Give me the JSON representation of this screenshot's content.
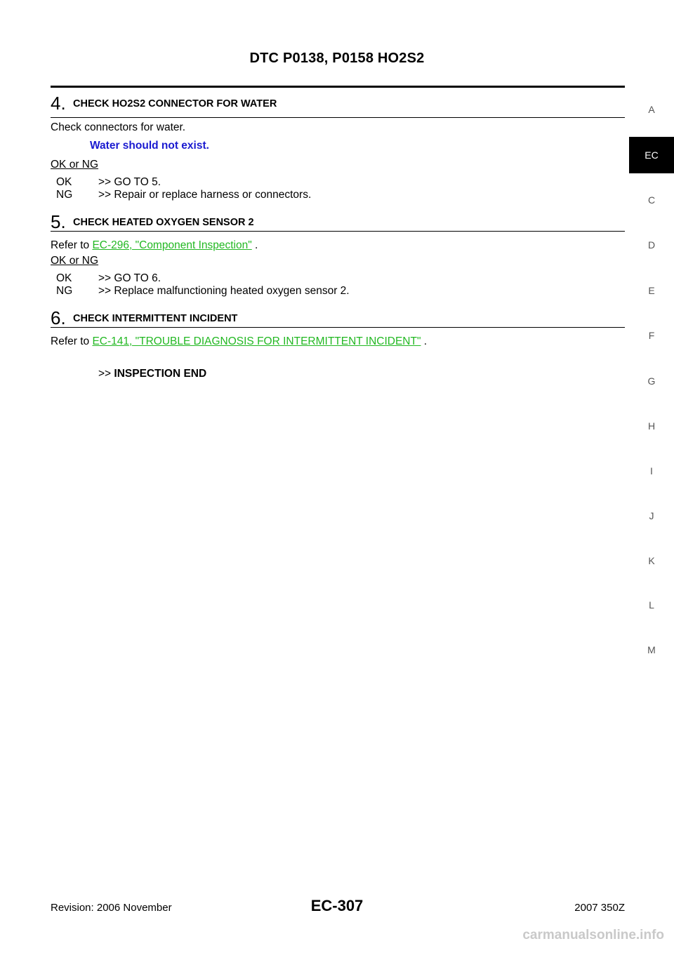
{
  "header": {
    "title": "DTC P0138, P0158 HO2S2"
  },
  "steps": [
    {
      "number": "4.",
      "title": "CHECK HO2S2 CONNECTOR FOR WATER",
      "body": "Check connectors for water.",
      "note": "Water should not exist.",
      "okng": "OK or NG",
      "results": [
        {
          "key": "OK",
          "text": ">> GO TO 5."
        },
        {
          "key": "NG",
          "text": ">> Repair or replace harness or connectors."
        }
      ]
    },
    {
      "number": "5.",
      "title": "CHECK HEATED OXYGEN SENSOR 2",
      "refer_prefix": "Refer to ",
      "refer_link": "EC-296, \"Component Inspection\"",
      "refer_suffix": " .",
      "okng": "OK or NG",
      "results": [
        {
          "key": "OK",
          "text": ">> GO TO 6."
        },
        {
          "key": "NG",
          "text": ">> Replace malfunctioning heated oxygen sensor 2."
        }
      ]
    },
    {
      "number": "6.",
      "title": "CHECK INTERMITTENT INCIDENT",
      "refer_prefix": "Refer to ",
      "refer_link": "EC-141, \"TROUBLE DIAGNOSIS FOR INTERMITTENT INCIDENT\"",
      "refer_suffix": " .",
      "end_prefix": ">> ",
      "end_text": "INSPECTION END"
    }
  ],
  "side_tabs": [
    "A",
    "EC",
    "C",
    "D",
    "E",
    "F",
    "G",
    "H",
    "I",
    "J",
    "K",
    "L",
    "M"
  ],
  "active_tab": "EC",
  "footer": {
    "revision": "Revision: 2006 November",
    "page": "EC-307",
    "model": "2007 350Z"
  },
  "watermark": "carmanualsonline.info",
  "colors": {
    "note_blue": "#1a1ad0",
    "link_green": "#22b822",
    "tab_active_bg": "#000000"
  }
}
